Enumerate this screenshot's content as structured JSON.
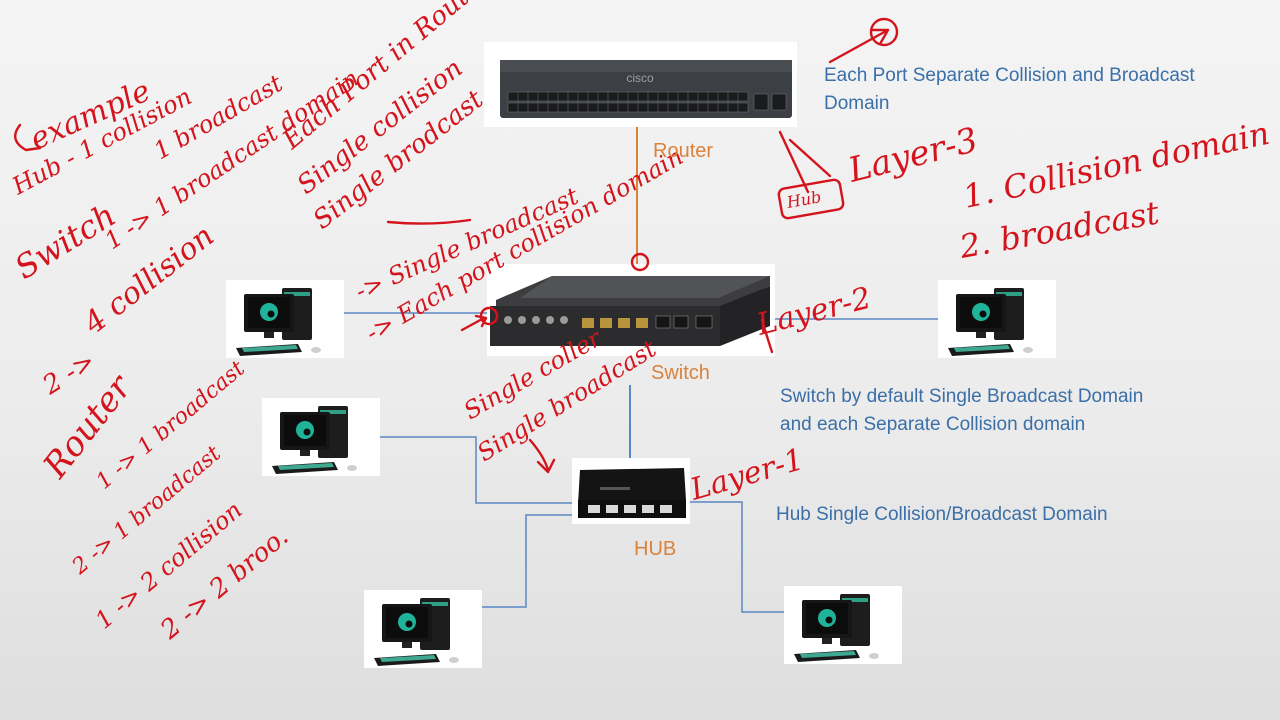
{
  "device_labels": {
    "router": "Router",
    "switch": "Switch",
    "hub": "HUB"
  },
  "descriptions": {
    "router_line1": "Each Port Separate Collision and Broadcast",
    "router_line2": "Domain",
    "switch_line1": "Switch by default Single Broadcast Domain",
    "switch_line2": "and each Separate Collision domain",
    "hub": "Hub Single Collision/Broadcast Domain"
  },
  "router_brand": "cisco",
  "annotations": {
    "example": "example",
    "hub_line": "Hub - 1 collision",
    "hub_line2": "1 broadcast",
    "switch": "Switch",
    "one_broadcast": "1 -> 1 broadcast domain",
    "four_collision": "4 collision",
    "two_arrow": "2 ->",
    "each_port_router": "Each Port in Router",
    "single_collision": "Single collision",
    "single_broadcast": "Single brodcast",
    "router_word": "Router",
    "router_l1": "1 -> 1 broadcast",
    "router_l2": "2 -> 1 broadcast",
    "router_l3": "1 -> 2 collision",
    "router_l4": "2 -> 2 broo.",
    "layer3": "Layer-3",
    "hub_small": "Hub",
    "list1": "1. Collision domain",
    "list2": "2. broadcast",
    "sw_single_bc": "-> Single broadcast",
    "sw_each_port": "-> Each port collision domain",
    "layer2": "Layer-2",
    "hub_single_coll": "Single coller",
    "hub_single_bc": "Single broadcast",
    "layer1": "Layer-1"
  },
  "colors": {
    "ink": "#d4141c",
    "device_label": "#d9823b",
    "description": "#3a6fa8",
    "wire": "#5b87c2"
  }
}
